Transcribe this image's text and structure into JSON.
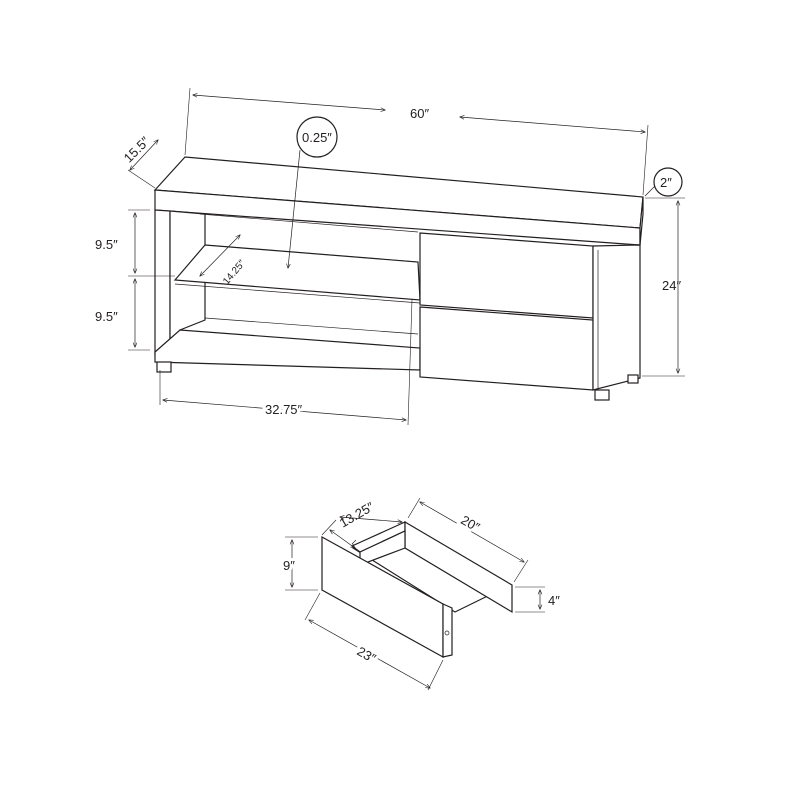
{
  "labels": {
    "width": "60″",
    "depth": "15.5″",
    "glass_thickness": "0.25″",
    "top_thickness": "2″",
    "upper_shelf_height": "9.5″",
    "lower_shelf_height": "9.5″",
    "glass_depth": "14.25″",
    "height": "24″",
    "open_section_width": "32.75″",
    "drawer_depth": "13.25″",
    "drawer_side_length": "20″",
    "drawer_front_height": "9″",
    "drawer_side_height": "4″",
    "drawer_front_width": "23″"
  },
  "colors": {
    "line": "#231f20",
    "background": "#ffffff"
  }
}
